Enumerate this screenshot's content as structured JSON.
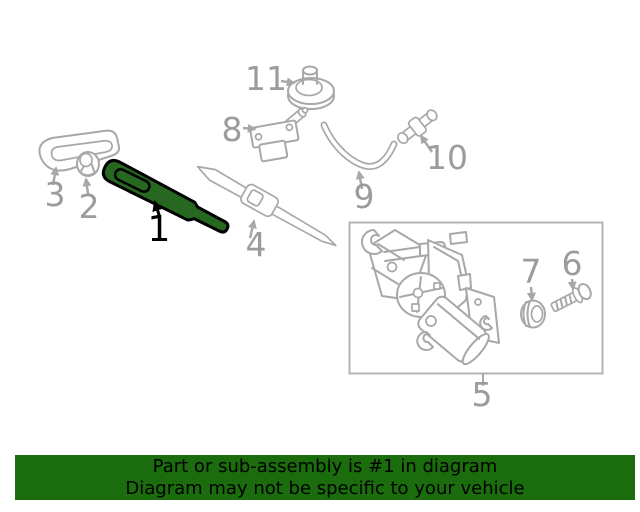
{
  "parts": {
    "p1": {
      "label": "1",
      "highlighted": true
    },
    "p2": {
      "label": "2",
      "highlighted": false
    },
    "p3": {
      "label": "3",
      "highlighted": false
    },
    "p4": {
      "label": "4",
      "highlighted": false
    },
    "p5": {
      "label": "5",
      "highlighted": false
    },
    "p6": {
      "label": "6",
      "highlighted": false
    },
    "p7": {
      "label": "7",
      "highlighted": false
    },
    "p8": {
      "label": "8",
      "highlighted": false
    },
    "p9": {
      "label": "9",
      "highlighted": false
    },
    "p10": {
      "label": "10",
      "highlighted": false
    },
    "p11": {
      "label": "11",
      "highlighted": false
    }
  },
  "banner": {
    "line1": "Part or sub-assembly is #1 in diagram",
    "line2": "Diagram may not be specific to your vehicle"
  },
  "colors": {
    "background": "#ffffff",
    "line_art": "#a8a8a8",
    "label_gray": "#9c9c9c",
    "label_highlight": "#000000",
    "highlight_fill": "#266820",
    "highlight_outline": "#000000",
    "banner_bg": "#1a6c0d",
    "banner_text": "#000000"
  }
}
